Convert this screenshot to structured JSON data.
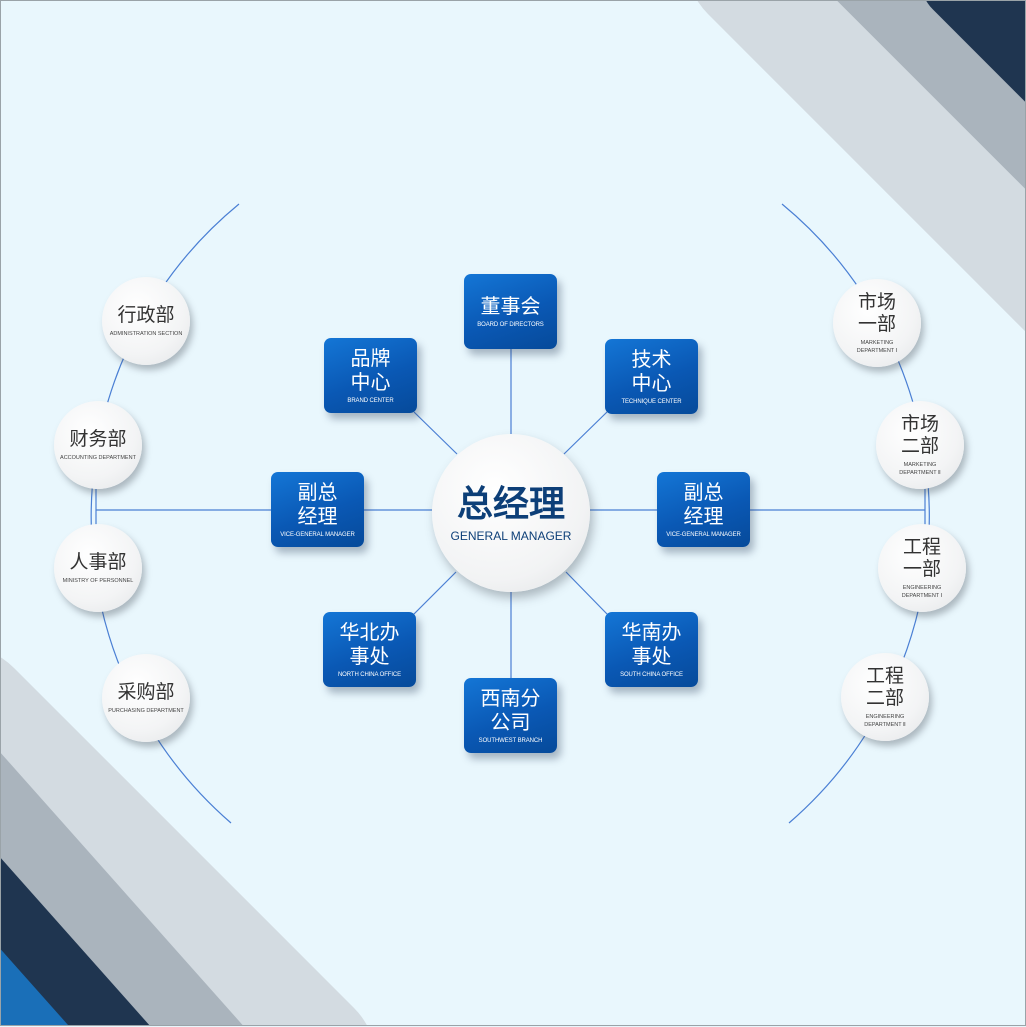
{
  "colors": {
    "background": "#e9f7fd",
    "box": "#0a58b4",
    "line": "#4a7fd4",
    "center_text": "#0d3f78"
  },
  "center": {
    "cn": "总经理",
    "en": "GENERAL MANAGER"
  },
  "boxes": [
    {
      "cn": "董事会",
      "en": "BOARD OF DIRECTORS"
    },
    {
      "cn": "品牌中心",
      "en": "BRAND CENTER"
    },
    {
      "cn": "技术中心",
      "en": "TECHNIQUE CENTER"
    },
    {
      "cn": "副总经理",
      "en": "VICE-GENERAL MANAGER"
    },
    {
      "cn": "副总经理",
      "en": "VICE-GENERAL MANAGER"
    },
    {
      "cn": "华北办事处",
      "en": "NORTH CHINA OFFICE"
    },
    {
      "cn": "华南办事处",
      "en": "SOUTH CHINA OFFICE"
    },
    {
      "cn": "西南分公司",
      "en": "SOUTHWEST BRANCH"
    }
  ],
  "left_departments": [
    {
      "cn": "行政部",
      "en": "ADMINISTRATION SECTION"
    },
    {
      "cn": "财务部",
      "en": "ACCOUNTING DEPARTMENT"
    },
    {
      "cn": "人事部",
      "en": "MINISTRY OF PERSONNEL"
    },
    {
      "cn": "采购部",
      "en": "PURCHASING DEPARTMENT"
    }
  ],
  "right_departments": [
    {
      "cn": "市场一部",
      "en": "MARKETING DEPARTMENT Ⅰ"
    },
    {
      "cn": "市场二部",
      "en": "MARKETING DEPARTMENT Ⅱ"
    },
    {
      "cn": "工程一部",
      "en": "ENGINEERING DEPARTMENT Ⅰ"
    },
    {
      "cn": "工程二部",
      "en": "ENGINEERING DEPARTMENT Ⅱ"
    }
  ]
}
